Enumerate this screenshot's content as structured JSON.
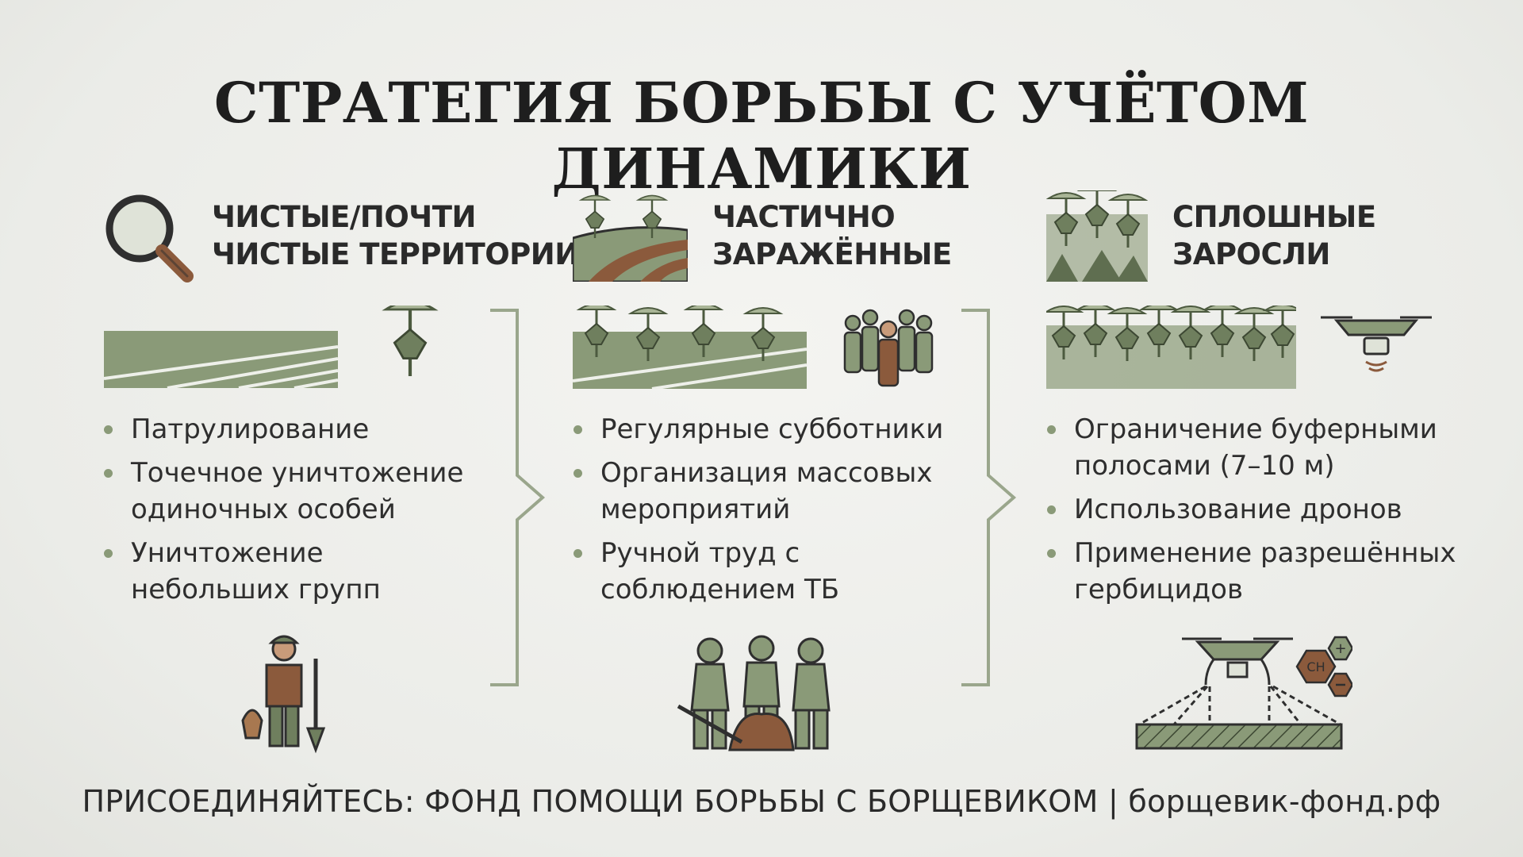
{
  "title": "СТРАТЕГИЯ БОРЬБЫ С УЧЁТОМ ДИНАМИКИ",
  "columns": [
    {
      "heading_line1": "ЧИСТЫЕ/ПОЧТИ",
      "heading_line2": "ЧИСТЫЕ ТЕРРИТОРИИ",
      "icon": "magnifier-icon",
      "bullets": [
        "Патрулирование",
        "Точечное уничтожение одиночных особей",
        "Уничтожение небольших групп"
      ]
    },
    {
      "heading_line1": "ЧАСТИЧНО",
      "heading_line2": "ЗАРАЖЁННЫЕ",
      "icon": "field-with-hogweed-icon",
      "bullets": [
        "Регулярные субботники",
        "Организация массовых мероприятий",
        "Ручной труд с соблюдением ТБ"
      ]
    },
    {
      "heading_line1": "СПЛОШНЫЕ",
      "heading_line2": "ЗАРОСЛИ",
      "icon": "thicket-icon",
      "bullets": [
        "Ограничение буферными полосами (7–10 м)",
        "Использование дронов",
        "Применение разрешённых гербицидов"
      ]
    }
  ],
  "chem_label": "CH",
  "colors": {
    "green": "#8a9a78",
    "dark_green": "#5f6e50",
    "brown": "#8b5a3c",
    "text": "#2b2b2b"
  },
  "footer": "ПРИСОЕДИНЯЙТЕСЬ: ФОНД ПОМОЩИ БОРЬБЫ С БОРЩЕВИКОМ | борщевик-фонд.рф"
}
